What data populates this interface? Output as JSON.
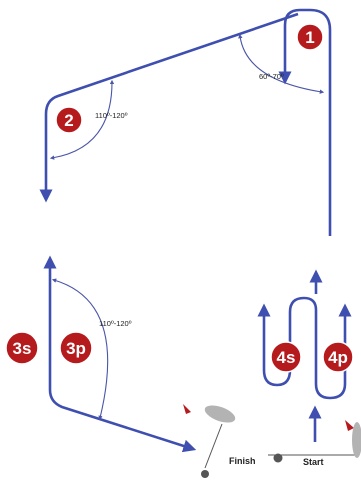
{
  "legs": [
    {
      "id": "leg-1",
      "badge": "1"
    },
    {
      "id": "leg-2",
      "badge": "2"
    },
    {
      "id": "leg-3s",
      "badge": "3s"
    },
    {
      "id": "leg-3p",
      "badge": "3p"
    },
    {
      "id": "leg-4s",
      "badge": "4s"
    },
    {
      "id": "leg-4p",
      "badge": "4p"
    }
  ],
  "angles": {
    "mark1": "60º-70º",
    "mark2": "110º-120º",
    "mark3": "110º-120º"
  },
  "labels": {
    "finish": "Finish",
    "start": "Start"
  },
  "colors": {
    "route": "#3f4fb0",
    "badge": "#b51a1d",
    "buoy": "#b0b0b0",
    "flag": "#b51a1d"
  }
}
